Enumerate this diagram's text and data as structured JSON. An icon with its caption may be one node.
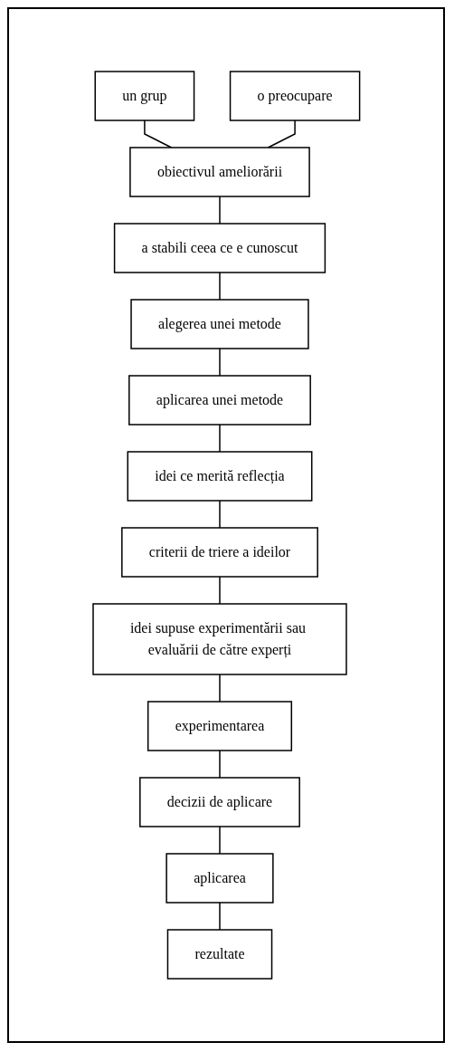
{
  "diagram": {
    "nodes": [
      {
        "text": [
          "un grup"
        ]
      },
      {
        "text": [
          "o preocupare"
        ]
      },
      {
        "text": [
          "obiectivul ameliorării"
        ]
      },
      {
        "text": [
          "a stabili ceea ce e cunoscut"
        ]
      },
      {
        "text": [
          "alegerea unei metode"
        ]
      },
      {
        "text": [
          "aplicarea unei metode"
        ]
      },
      {
        "text": [
          "idei ce merită reflecția"
        ]
      },
      {
        "text": [
          "criterii de triere a ideilor"
        ]
      },
      {
        "text": [
          "idei supuse experimentării sau evaluării de către experți"
        ]
      },
      {
        "text": [
          "experimentarea"
        ]
      },
      {
        "text": [
          "decizii de aplicare"
        ]
      },
      {
        "text": [
          "aplicarea"
        ]
      },
      {
        "text": [
          "rezultate"
        ]
      }
    ],
    "edges": [
      {
        "from": 0,
        "to": 2,
        "arrow": "none"
      },
      {
        "from": 1,
        "to": 2,
        "arrow": "none"
      },
      {
        "from": 2,
        "to": 3,
        "arrow": "none"
      },
      {
        "from": 3,
        "to": 4,
        "arrow": "none"
      },
      {
        "from": 4,
        "to": 5,
        "arrow": "none"
      },
      {
        "from": 5,
        "to": 6,
        "arrow": "none"
      },
      {
        "from": 6,
        "to": 7,
        "arrow": "none"
      },
      {
        "from": 7,
        "to": 8,
        "arrow": "none"
      },
      {
        "from": 8,
        "to": 9,
        "arrow": "none"
      },
      {
        "from": 9,
        "to": 10,
        "arrow": "none"
      },
      {
        "from": 10,
        "to": 11,
        "arrow": "none"
      },
      {
        "from": 11,
        "to": 12,
        "arrow": "none"
      }
    ]
  }
}
